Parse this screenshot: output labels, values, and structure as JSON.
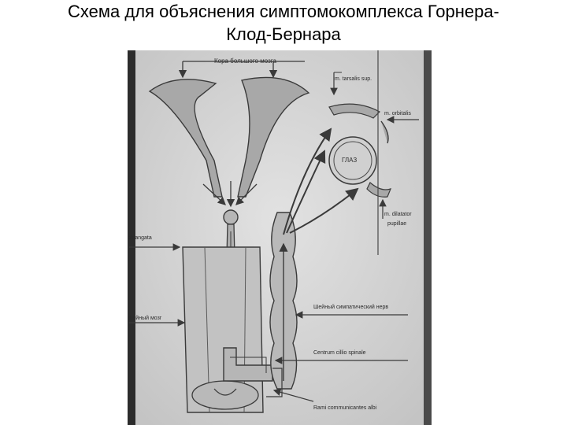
{
  "slide": {
    "title_line1": "Схема для объяснения симптомокомплекса Горнера-",
    "title_line2": "Клод-Бернара"
  },
  "figure": {
    "labels": {
      "cortex": "Кора большого мозга",
      "tarsalis": "m. tarsalis sup.",
      "orbitalis": "m. orbitalis",
      "eye": "ГЛАЗ",
      "dilatator_1": "m. dilatator",
      "dilatator_2": "pupillae",
      "oblongata": "oblangata",
      "spinal_cord": "Шейный мозг",
      "sympathetic": "Шейный симпатический нерв",
      "centrum": "Centrum cillio spinale",
      "rami": "Rami communicantes albi"
    },
    "colors": {
      "paper": "#d9d9d9",
      "ink": "#3a3a3a",
      "shade": "#9a9a9a"
    }
  }
}
